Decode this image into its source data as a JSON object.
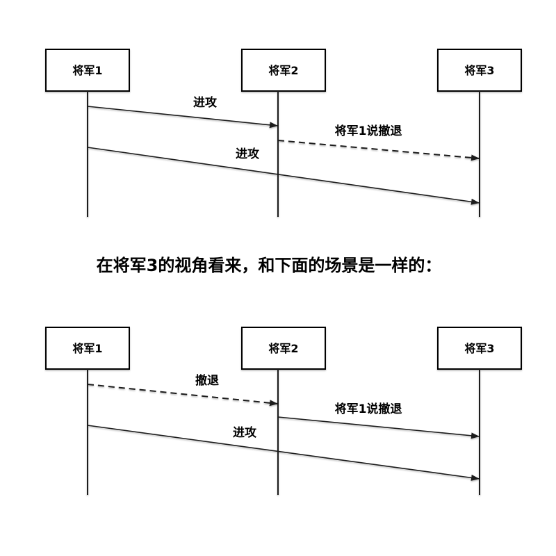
{
  "colors": {
    "background": "#ffffff",
    "line": "#000000",
    "text": "#000000"
  },
  "caption": {
    "text": "在将军3的视角看来，和下面的场景是一样的："
  },
  "top_diagram": {
    "name": "original-scenario-sequence",
    "actors": [
      {
        "label": "将军1"
      },
      {
        "label": "将军2"
      },
      {
        "label": "将军3"
      }
    ],
    "messages": [
      {
        "label": "进攻",
        "from": "将军1",
        "to": "将军2",
        "style": "solid"
      },
      {
        "label": "将军1说撤退",
        "from": "将军2",
        "to": "将军3",
        "style": "dashed"
      },
      {
        "label": "进攻",
        "from": "将军1",
        "to": "将军3",
        "style": "solid"
      }
    ]
  },
  "bottom_diagram": {
    "name": "equivalent-scenario-sequence",
    "actors": [
      {
        "label": "将军1"
      },
      {
        "label": "将军2"
      },
      {
        "label": "将军3"
      }
    ],
    "messages": [
      {
        "label": "撤退",
        "from": "将军1",
        "to": "将军2",
        "style": "dashed"
      },
      {
        "label": "将军1说撤退",
        "from": "将军2",
        "to": "将军3",
        "style": "solid"
      },
      {
        "label": "进攻",
        "from": "将军1",
        "to": "将军3",
        "style": "solid"
      }
    ]
  }
}
